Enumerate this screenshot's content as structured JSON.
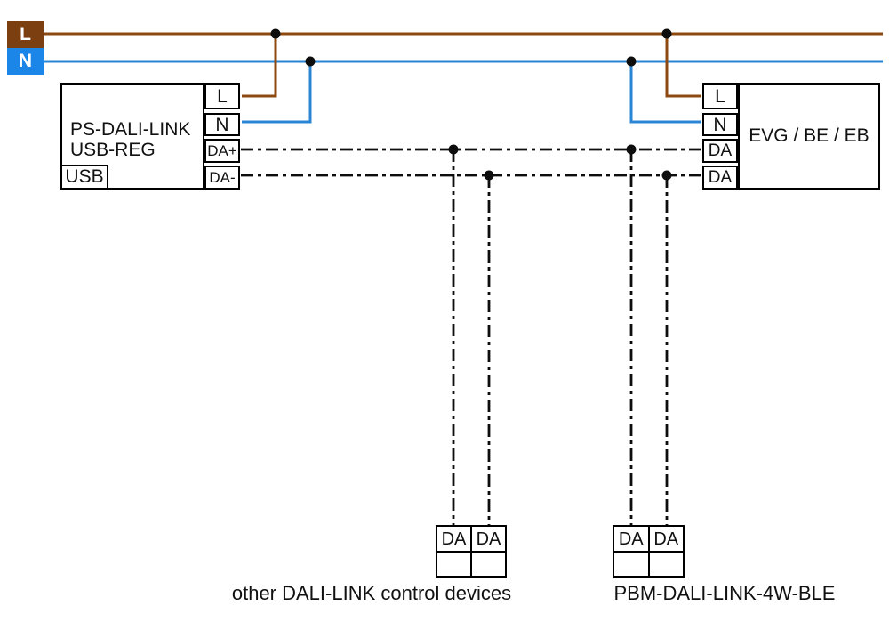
{
  "colors": {
    "l_wire": "#8c4a12",
    "l_box": "#7b3f10",
    "n_wire": "#2a85d4",
    "n_box": "#1c86e8",
    "da_wire": "#0d0d0d",
    "background": "#ffffff"
  },
  "bus": {
    "l_label": "L",
    "n_label": "N"
  },
  "ps": {
    "name_line1": "PS-DALI-LINK",
    "name_line2": "USB-REG",
    "usb_label": "USB",
    "terminals": [
      "L",
      "N",
      "DA+",
      "DA-"
    ]
  },
  "evg": {
    "name": "EVG / BE / EB",
    "terminals": [
      "L",
      "N",
      "DA",
      "DA"
    ]
  },
  "other_devices": {
    "terminals": [
      "DA",
      "DA"
    ],
    "caption": "other DALI-LINK control devices"
  },
  "pbm": {
    "terminals": [
      "DA",
      "DA"
    ],
    "caption": "PBM-DALI-LINK-4W-BLE"
  }
}
